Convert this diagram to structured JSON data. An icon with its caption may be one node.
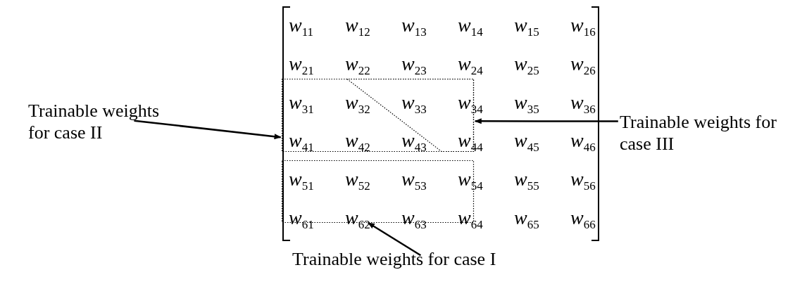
{
  "diagram": {
    "nodes": [
      {
        "text": [
          "Trainable weights for case II"
        ]
      },
      {
        "text": [],
        "shape": "box"
      },
      {
        "text": [],
        "shape": "triangle",
        "in": 1
      },
      {
        "text": [
          "Trainable weights for case III"
        ]
      },
      {
        "text": [],
        "shape": "box"
      },
      {
        "text": [
          "Trainable weights for case I"
        ]
      }
    ],
    "edges": [
      {
        "from": 0,
        "to": 1,
        "arrow": "to"
      },
      {
        "from": 3,
        "to": 2,
        "arrow": "to"
      },
      {
        "from": 5,
        "to": 4,
        "arrow": "to"
      }
    ],
    "labels": [
      "*w*$_{11}$",
      "*w*$_{12}$",
      "*w*$_{13}$",
      "*w*$_{14}$",
      "*w*$_{15}$",
      "*w*$_{16}$",
      "*w*$_{21}$",
      "*w*$_{22}$",
      "*w*$_{23}$",
      "*w*$_{24}$",
      "*w*$_{25}$",
      "*w*$_{26}$",
      "*w*$_{31}$",
      "*w*$_{32}$",
      "*w*$_{33}$",
      "*w*$_{34}$",
      "*w*$_{35}$",
      "*w*$_{36}$",
      "*w*$_{41}$",
      "*w*$_{42}$",
      "*w*$_{43}$",
      "*w*$_{44}$",
      "*w*$_{45}$",
      "*w*$_{46}$",
      "*w*$_{51}$",
      "*w*$_{52}$",
      "*w*$_{53}$",
      "*w*$_{54}$",
      "*w*$_{55}$",
      "*w*$_{56}$",
      "*w*$_{61}$",
      "*w*$_{62}$",
      "*w*$_{63}$",
      "*w*$_{64}$",
      "*w*$_{65}$",
      "*w*$_{66}$"
    ]
  }
}
